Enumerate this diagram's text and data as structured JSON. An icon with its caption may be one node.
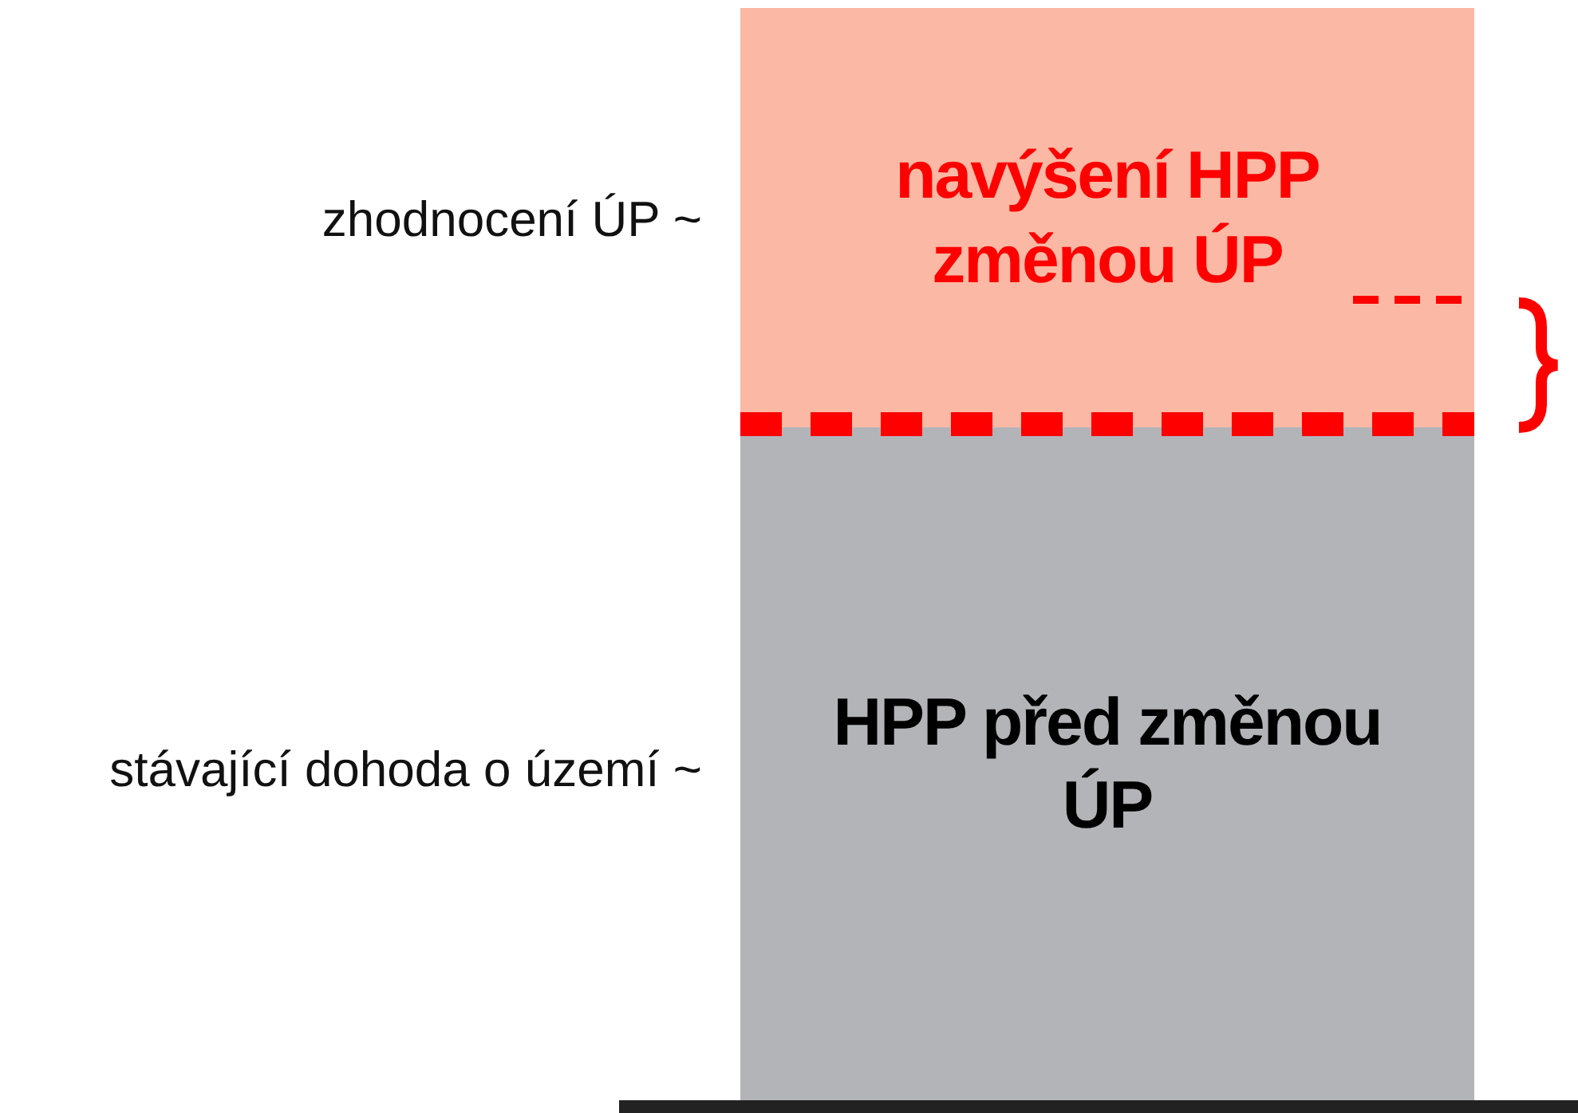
{
  "diagram": {
    "nodes": [
      {
        "text": [
          "navýšení HPP změnou ÚP"
        ],
        "beside": [
          "zhodnocení ÚP ~"
        ]
      },
      {
        "text": [
          "HPP před změnou ÚP"
        ],
        "beside": [
          "stávající dohoda o území ~"
        ]
      }
    ]
  }
}
